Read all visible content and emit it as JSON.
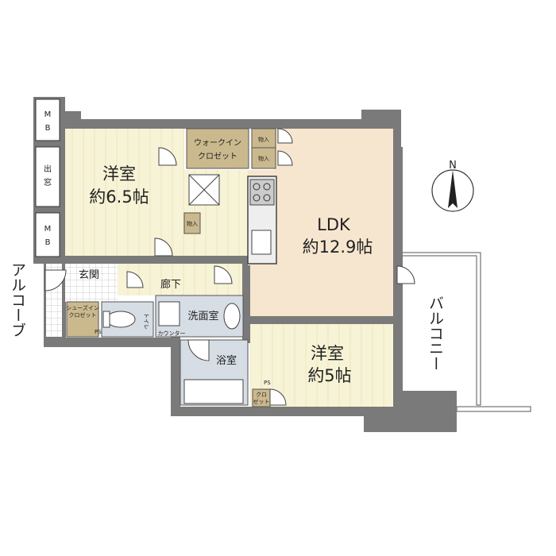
{
  "compass": {
    "north_label": "N"
  },
  "rooms": {
    "western_room_1": {
      "name": "洋室",
      "size": "約6.5帖"
    },
    "ldk": {
      "name": "LDK",
      "size": "約12.9帖"
    },
    "western_room_2": {
      "name": "洋室",
      "size": "約5帖"
    },
    "walk_in_closet": {
      "line1": "ウォークイン",
      "line2": "クロゼット"
    },
    "storage_1": "物入",
    "storage_2": "物入",
    "storage_3": "物入",
    "entrance": "玄関",
    "hallway": "廊下",
    "washroom": "洗面室",
    "bathroom": "浴室",
    "toilet": "トイレ",
    "shoe_closet": {
      "line1": "シューズイン",
      "line2": "クロゼット"
    },
    "counter": "カウンター",
    "closet": {
      "line1": "クロ",
      "line2": "ゼット"
    },
    "mb_top": {
      "line1": "M",
      "line2": "B"
    },
    "mb_bottom": {
      "line1": "M",
      "line2": "B"
    },
    "bay_window": {
      "line1": "出",
      "line2": "窓"
    },
    "ps_1": "PS",
    "ps_2": "PS"
  },
  "exterior": {
    "alcove": "アルコーブ",
    "balcony": "バルコニー"
  },
  "colors": {
    "wall": "#7a7a7a",
    "floor_wood": "#f7f1d4",
    "floor_ldk": "#f7e6cf",
    "closet_tan": "#cbb98e",
    "wet_area": "#d6dde5",
    "tile": "#ffffff"
  }
}
